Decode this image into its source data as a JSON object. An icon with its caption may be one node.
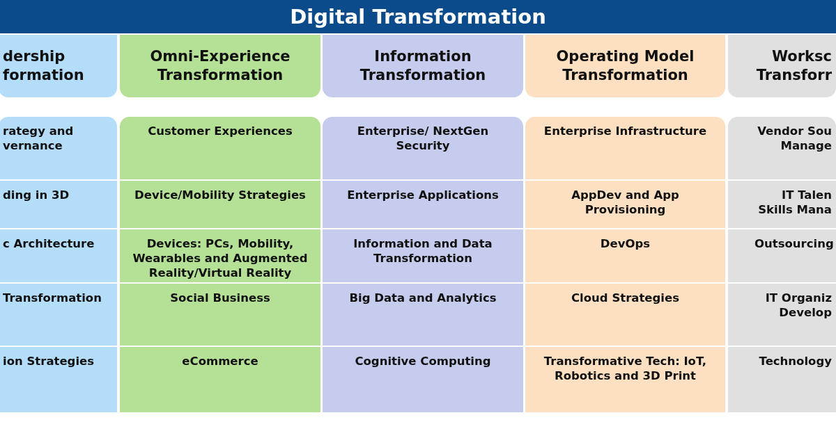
{
  "diagram": {
    "title": "Digital Transformation",
    "nodes": [
      {
        "text": [
          "dership formation"
        ]
      },
      {
        "text": [
          "Omni-Experience Transformation"
        ]
      },
      {
        "text": [
          "Information Transformation"
        ]
      },
      {
        "text": [
          "Operating Model Transformation"
        ]
      },
      {
        "text": [
          "Worksc Transforr"
        ]
      },
      {
        "text": [
          "rategy and vernance"
        ]
      },
      {
        "text": [
          "Customer Experiences"
        ]
      },
      {
        "text": [
          "Enterprise/ NextGen Security"
        ]
      },
      {
        "text": [
          "Enterprise Infrastructure"
        ]
      },
      {
        "text": [
          "Vendor Sou Manage"
        ]
      },
      {
        "text": [
          "ding in 3D"
        ]
      },
      {
        "text": [
          "Device/Mobility Strategies"
        ]
      },
      {
        "text": [
          "Enterprise Applications"
        ]
      },
      {
        "text": [
          "AppDev and App Provisioning"
        ]
      },
      {
        "text": [
          "IT Talen Skills Mana"
        ]
      },
      {
        "text": [
          "c Architecture"
        ]
      },
      {
        "text": [
          "Devices: PCs, Mobility, Wearables and Augmented Reality/Virtual Reality"
        ]
      },
      {
        "text": [
          "Information and Data Transformation"
        ]
      },
      {
        "text": [
          "DevOps"
        ]
      },
      {
        "text": [
          "Outsourcing"
        ]
      },
      {
        "text": [
          "Transformation"
        ]
      },
      {
        "text": [
          "Social Business"
        ]
      },
      {
        "text": [
          "Big Data and Analytics"
        ]
      },
      {
        "text": [
          "Cloud Strategies"
        ]
      },
      {
        "text": [
          "IT Organiz Develop"
        ]
      },
      {
        "text": [
          "ion Strategies"
        ]
      },
      {
        "text": [
          "eCommerce"
        ]
      },
      {
        "text": [
          "Cognitive Computing"
        ]
      },
      {
        "text": [
          "Transformative Tech: IoT, Robotics and 3D Print"
        ]
      },
      {
        "text": [
          "Technology"
        ]
      }
    ],
    "edges": []
  }
}
